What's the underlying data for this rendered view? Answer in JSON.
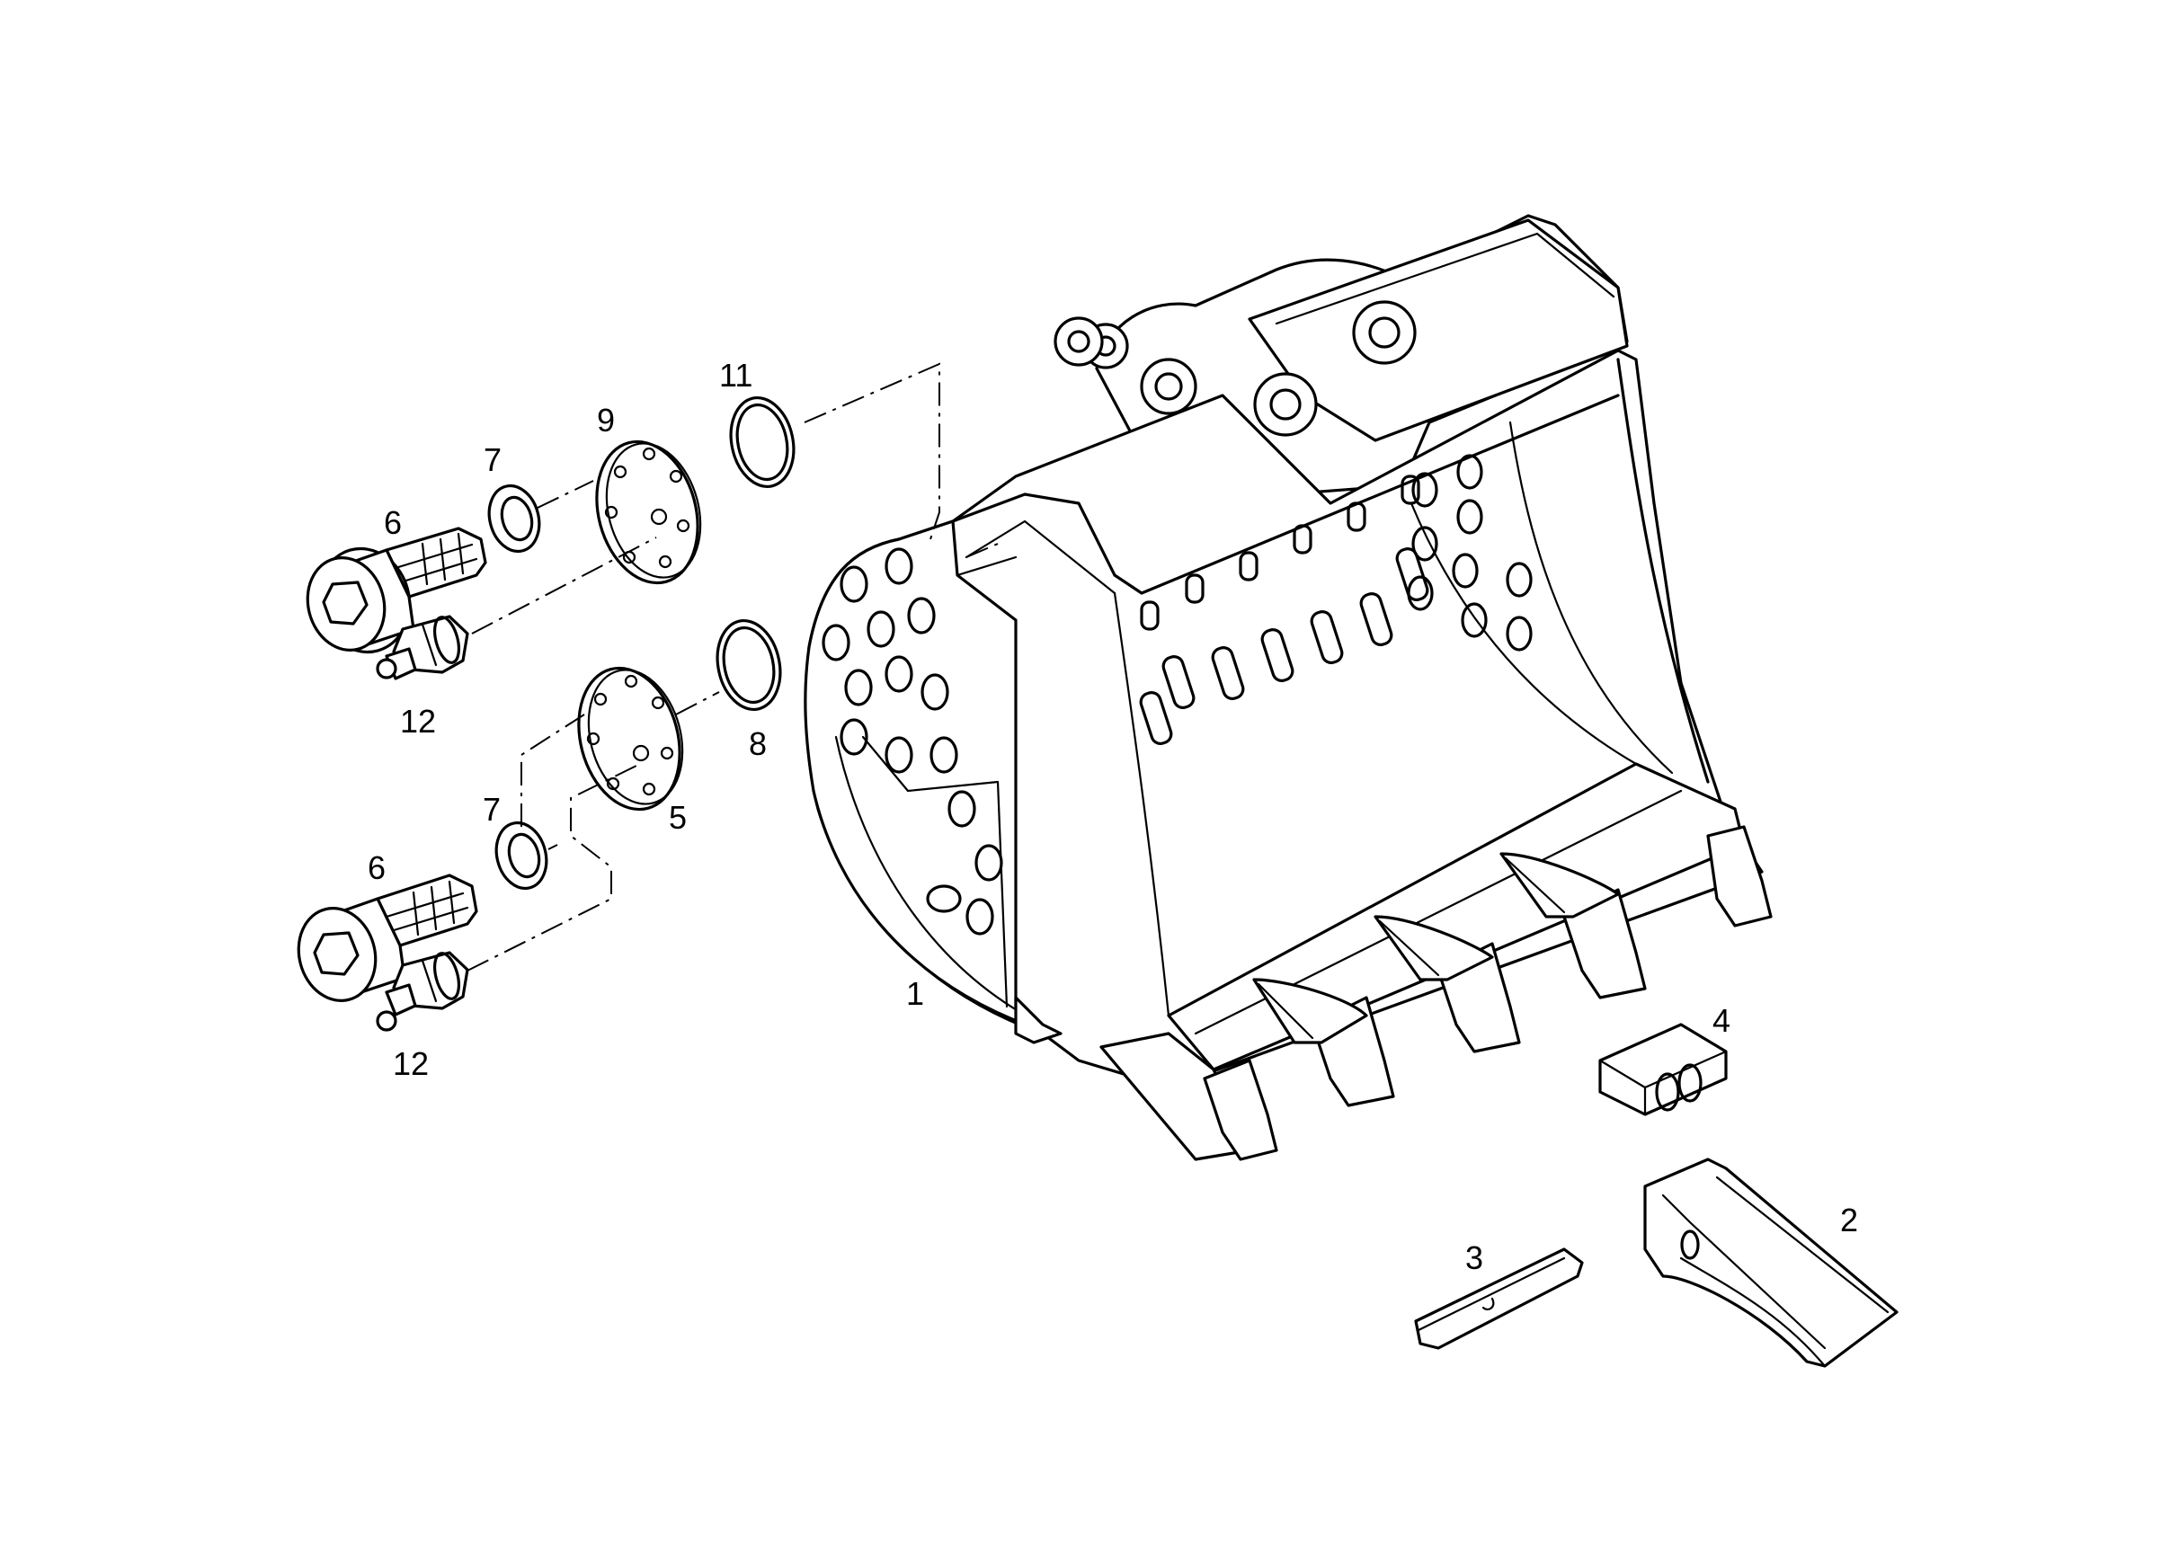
{
  "callouts": {
    "c1": "1",
    "c2": "2",
    "c3": "3",
    "c4": "4",
    "c5": "5",
    "c6a": "6",
    "c6b": "6",
    "c7a": "7",
    "c7b": "7",
    "c8": "8",
    "c9": "9",
    "c11": "11",
    "c12a": "12",
    "c12b": "12"
  }
}
